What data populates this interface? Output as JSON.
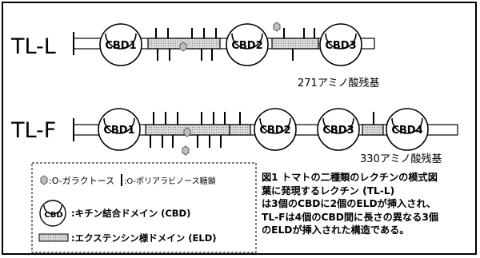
{
  "colors": {
    "ink": "#000000",
    "eld_fill": "#d9d9d9",
    "galactose_fill": "#bfbfbf",
    "background": "#ffffff"
  },
  "row_tl_l": {
    "name": "TL-L",
    "domains": [
      "CBD1",
      "CBD2",
      "CBD3"
    ],
    "length_label": "271アミノ酸残基"
  },
  "row_tl_f": {
    "name": "TL-F",
    "domains": [
      "CBD1",
      "CBD2",
      "CBD3",
      "CBD4"
    ],
    "length_label": "330アミノ酸残基"
  },
  "legend": {
    "galactose_label": ":O-ガラクトース",
    "glycan_label": ":O-ポリアラビノース糖鎖",
    "cbd_icon_label": "CBD",
    "cbd_label": ":キチン結合ドメイン (CBD)",
    "eld_label": ":エクステンシン様ドメイン (ELD)"
  },
  "caption": {
    "lines": [
      "図1 トマトの二種類のレクチンの模式図",
      "葉に発現するレクチン (TL-L)",
      "は3個のCBDに2個のELDが挿入され、",
      "TL-Fは4個のCBD間に長さの異なる3個",
      "のELDが挿入された構造である。"
    ]
  }
}
